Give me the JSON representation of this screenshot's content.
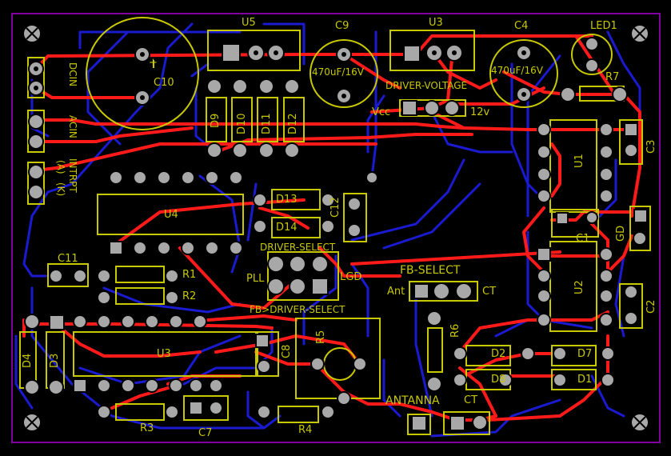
{
  "colors": {
    "background": "#000000",
    "top_trace": "#ff1a1a",
    "bottom_trace": "#1a1ad0",
    "silkscreen": "#c8c800",
    "pad": "#a8a8a8",
    "outline": "#8000a0"
  },
  "components": {
    "u5": "U5",
    "c9": "C9",
    "u3_top": "U3",
    "c4": "C4",
    "led1": "LED1",
    "c10": "C10",
    "c9_value": "470uF/16V",
    "c4_value": "470uF/16V",
    "driver_voltage": "DRIVER-VOLTAGE",
    "vcc": "Vcc",
    "v12": "12v",
    "r7": "R7",
    "d9": "D9",
    "d10": "D10",
    "d11": "D11",
    "d12": "D12",
    "u1": "U1",
    "c3": "C3",
    "u4": "U4",
    "d13": "D13",
    "d14": "D14",
    "c12": "C12",
    "driver_select": "DRIVER-SELECT",
    "c11": "C11",
    "pll": "PLL",
    "lgd": "LGD",
    "fb_select": "FB-SELECT",
    "ant": "Ant",
    "ct_sel": "CT",
    "c1": "C1",
    "gd": "GD",
    "u2": "U2",
    "c2": "C2",
    "r1": "R1",
    "r2": "R2",
    "fb_driver_select": "FB>DRIVER-SELECT",
    "d4": "D4",
    "d3": "D3",
    "u3_bottom": "U3",
    "c8": "C8",
    "r5": "R5",
    "r6": "R6",
    "d2": "D2",
    "d7": "D7",
    "d8": "D8",
    "d1": "D1",
    "antanna": "ANTANNA",
    "ct_conn": "CT",
    "r3": "R3",
    "c7": "C7",
    "r4": "R4",
    "plus": "+"
  },
  "connectors": {
    "dcin": "DCIN",
    "acin": "ACIN",
    "intrpt": "INTRPT",
    "a": "(A)",
    "k": "(K)"
  }
}
